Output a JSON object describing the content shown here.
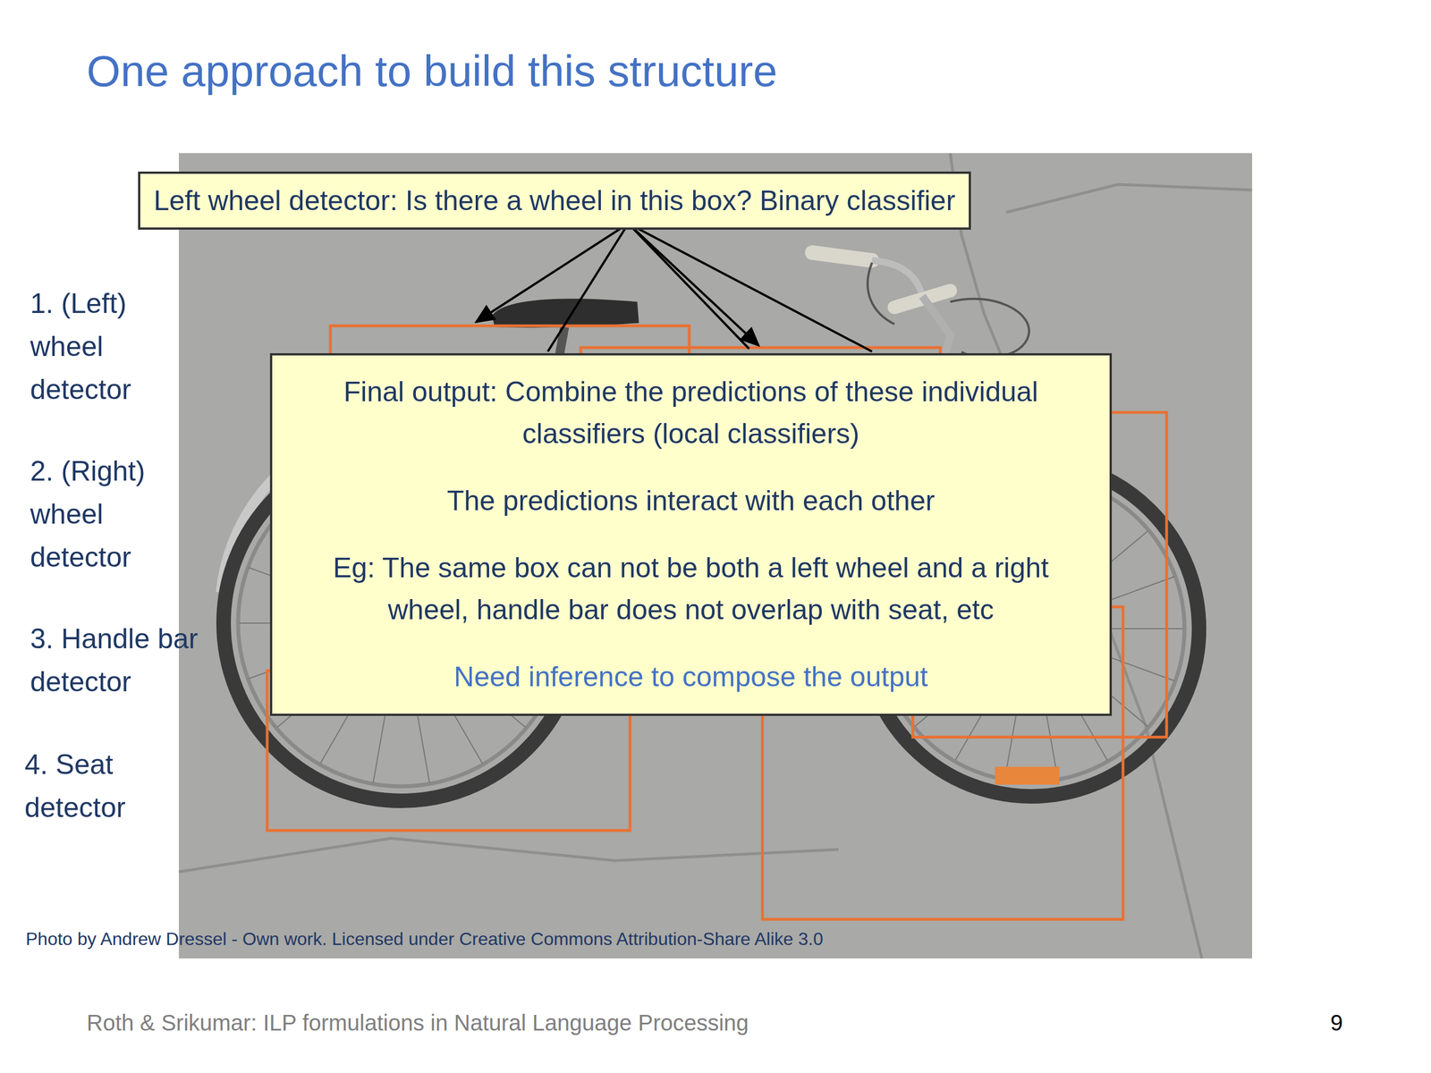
{
  "diagram": {
    "title": "One approach to build this structure",
    "nodes": [
      {
        "text": [
          "Left wheel detector: Is there a wheel in this box? Binary classifier"
        ]
      },
      {
        "text": [
          "Final output: Combine the predictions of these individual classifiers (local classifiers)",
          "The predictions interact with each other",
          "Eg: The same box can not be both a left wheel and a right wheel, handle bar does not overlap with seat, etc",
          "Need inference to compose the output"
        ]
      }
    ],
    "labels": [
      "1. (Left) wheel detector",
      "2. (Right) wheel detector",
      "3. Handle bar detector",
      "4. Seat detector",
      "Photo by Andrew Dressel - Own work. Licensed under Creative Commons Attribution-Share Alike 3.0",
      "Roth & Srikumar: ILP formulations in Natural Language Processing",
      "9"
    ]
  }
}
